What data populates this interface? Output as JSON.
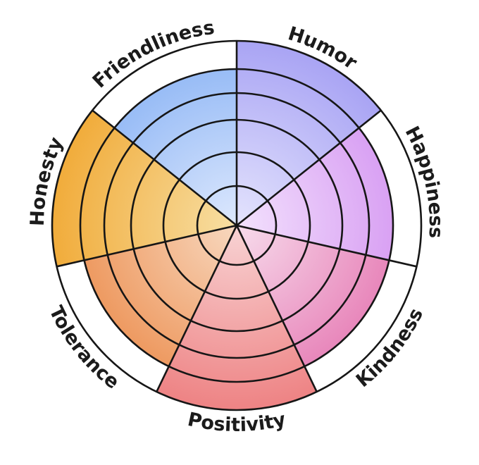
{
  "wheel": {
    "levels": 6,
    "categories": [
      {
        "label": "Humor",
        "level": 6,
        "color_outer": "#a9a4f4",
        "color_inner": "#e4e4fd"
      },
      {
        "label": "Happiness",
        "level": 5,
        "color_outer": "#d9a1f3",
        "color_inner": "#f3e2fd"
      },
      {
        "label": "Kindness",
        "level": 5,
        "color_outer": "#e887bb",
        "color_inner": "#f7dcec"
      },
      {
        "label": "Positivity",
        "level": 6,
        "color_outer": "#ee8384",
        "color_inner": "#f8d3d4"
      },
      {
        "label": "Tolerance",
        "level": 5,
        "color_outer": "#ee9a61",
        "color_inner": "#f8d8bf"
      },
      {
        "label": "Honesty",
        "level": 6,
        "color_outer": "#f1ac3b",
        "color_inner": "#f7dfa4"
      },
      {
        "label": "Friendliness",
        "level": 5,
        "color_outer": "#98bcf6",
        "color_inner": "#dde8fd"
      }
    ]
  }
}
